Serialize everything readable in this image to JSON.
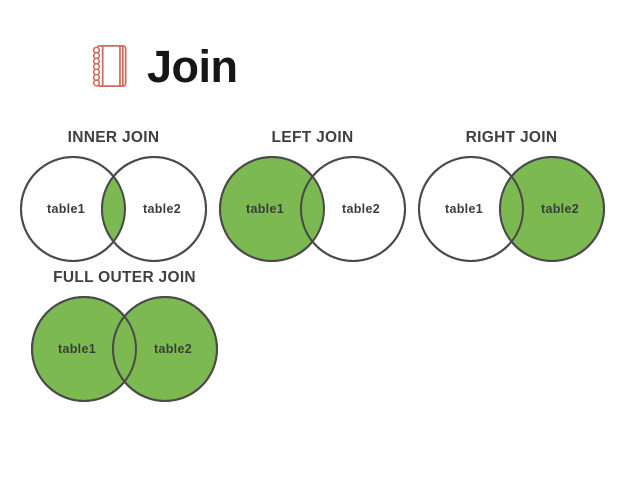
{
  "header": {
    "title": "Join",
    "icon": "notebook-icon",
    "icon_color": "#cf6a5e",
    "title_color": "#161616"
  },
  "colors": {
    "green": "#7cb950",
    "white": "#ffffff",
    "circle_stroke": "#4a4a4a",
    "heading_text": "#3f3f3f",
    "label_text": "#3c3c3c",
    "background": "#ffffff"
  },
  "diagrams": [
    {
      "title": "INNER JOIN",
      "left_label": "table1",
      "right_label": "table2",
      "left_fill": "#ffffff",
      "right_fill": "#ffffff",
      "highlight": "intersection"
    },
    {
      "title": "LEFT JOIN",
      "left_label": "table1",
      "right_label": "table2",
      "left_fill": "#7cb950",
      "right_fill": "#ffffff",
      "highlight": "left-circle-and-intersection"
    },
    {
      "title": "RIGHT JOIN",
      "left_label": "table1",
      "right_label": "table2",
      "left_fill": "#ffffff",
      "right_fill": "#7cb950",
      "highlight": "right-circle-and-intersection"
    },
    {
      "title": "FULL OUTER JOIN",
      "left_label": "table1",
      "right_label": "table2",
      "left_fill": "#7cb950",
      "right_fill": "#7cb950",
      "highlight": "both-circles"
    }
  ]
}
